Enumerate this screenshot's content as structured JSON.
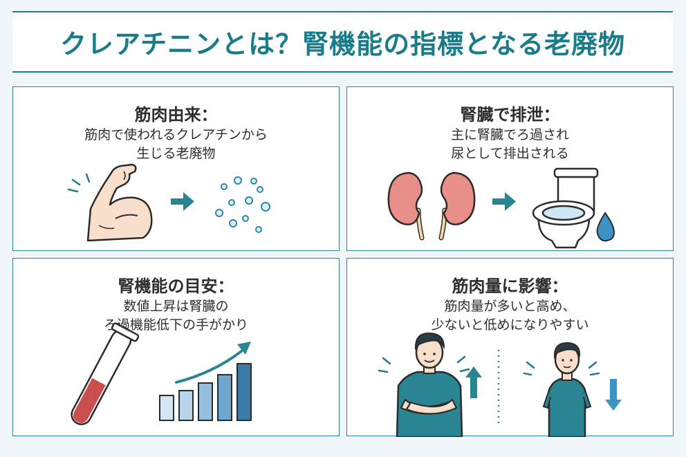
{
  "title": "クレアチニンとは？腎機能の指標となる老廃物",
  "panels": [
    {
      "heading": "筋肉由来：",
      "lines": [
        "筋肉で使われるクレアチンから",
        "生じる老廃物"
      ],
      "icons": [
        "flexed-arm-icon",
        "arrow-right-icon",
        "particles-icon"
      ]
    },
    {
      "heading": "腎臓で排泄：",
      "lines": [
        "主に腎臓でろ過され",
        "尿として排出される"
      ],
      "icons": [
        "kidneys-icon",
        "arrow-right-icon",
        "toilet-icon",
        "water-drop-icon"
      ]
    },
    {
      "heading": "腎機能の目安：",
      "lines": [
        "数値上昇は腎臓の",
        "ろ過機能低下の手がかり"
      ],
      "icons": [
        "test-tube-icon",
        "bar-chart-rising-icon"
      ]
    },
    {
      "heading": "筋肉量に影響：",
      "lines": [
        "筋肉量が多いと高め、",
        "少ないと低めになりやすい"
      ],
      "icons": [
        "muscular-man-icon",
        "arrow-up-icon",
        "thin-man-icon",
        "arrow-down-icon"
      ]
    }
  ],
  "colors": {
    "accent": "#1a7b89",
    "border": "#2a8593",
    "background": "#f1f6fa",
    "skin": "#f7dfcc",
    "kidney": "#e88f8a",
    "blood": "#c94f4f",
    "bar": "#3a7ca5"
  }
}
